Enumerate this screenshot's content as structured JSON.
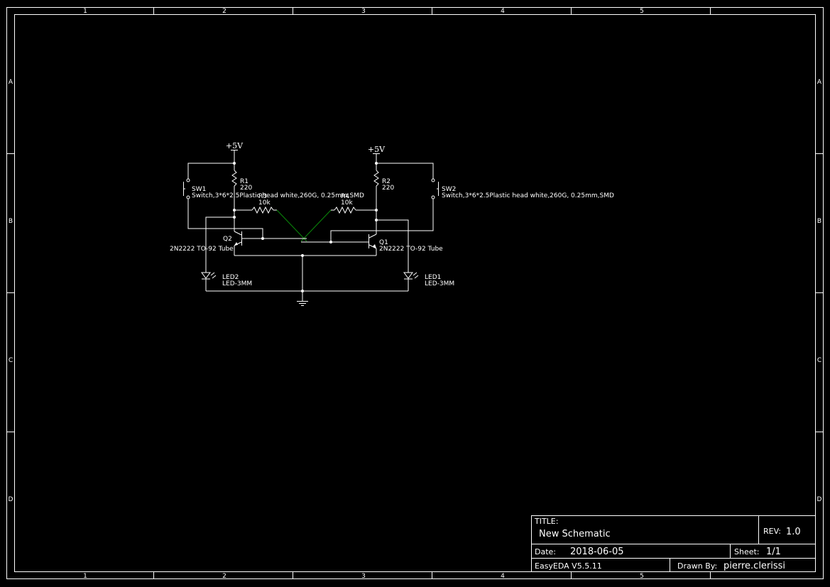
{
  "zones": {
    "columns": [
      "1",
      "2",
      "3",
      "4",
      "5"
    ],
    "rows": [
      "A",
      "B",
      "C",
      "D"
    ]
  },
  "power": {
    "left": "+5V",
    "right": "+5V"
  },
  "components": {
    "sw1": {
      "ref": "SW1",
      "value": "Switch,3*6*2.5Plastic head white,260G, 0.25mm,SMD"
    },
    "sw2": {
      "ref": "SW2",
      "value": "Switch,3*6*2.5Plastic head white,260G, 0.25mm,SMD"
    },
    "r1": {
      "ref": "R1",
      "value": "220"
    },
    "r2": {
      "ref": "R2",
      "value": "220"
    },
    "r3": {
      "ref": "R3",
      "value": "10k"
    },
    "r4": {
      "ref": "R4",
      "value": "10k"
    },
    "q1": {
      "ref": "Q1",
      "value": "2N2222 TO-92 Tube"
    },
    "q2": {
      "ref": "Q2",
      "value": "2N2222 TO-92 Tube"
    },
    "led1": {
      "ref": "LED1",
      "value": "LED-3MM"
    },
    "led2": {
      "ref": "LED2",
      "value": "LED-3MM"
    }
  },
  "title_block": {
    "title_label": "TITLE:",
    "title": "New Schematic",
    "rev_label": "REV:",
    "rev": "1.0",
    "date_label": "Date:",
    "date": "2018-06-05",
    "sheet_label": "Sheet:",
    "sheet": "1/1",
    "software": "EasyEDA V5.5.11",
    "drawn_by_label": "Drawn By:",
    "drawn_by": "pierre.clerissi"
  }
}
